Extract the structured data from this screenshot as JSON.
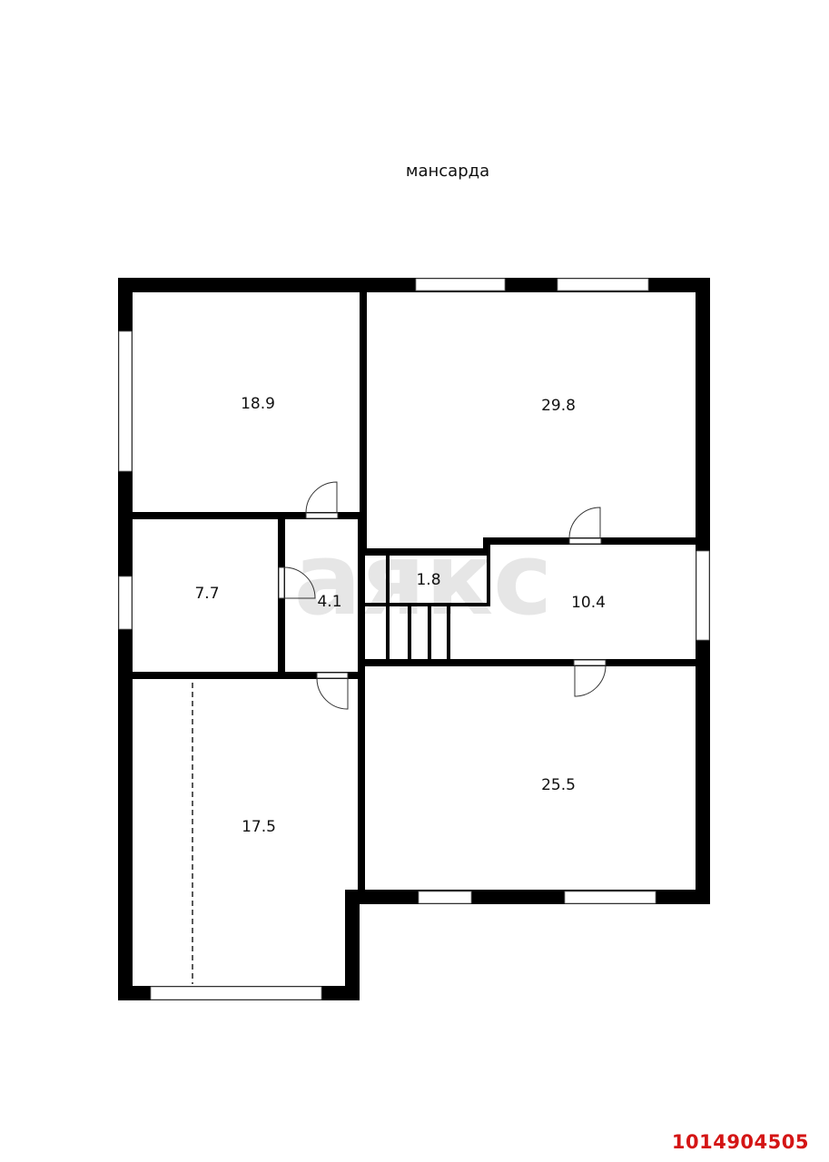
{
  "floor": {
    "title": "мансарда"
  },
  "watermark": {
    "text": "аякс"
  },
  "rooms": [
    {
      "id": "room-top-left",
      "area": "18.9"
    },
    {
      "id": "room-top-right",
      "area": "29.8"
    },
    {
      "id": "room-small-left",
      "area": "7.7"
    },
    {
      "id": "room-bath",
      "area": "4.1"
    },
    {
      "id": "room-stair",
      "area": "1.8"
    },
    {
      "id": "room-hall",
      "area": "10.4"
    },
    {
      "id": "room-bottom-right",
      "area": "25.5"
    },
    {
      "id": "room-bottom-left",
      "area": "17.5"
    }
  ],
  "listing": {
    "id": "1014904505"
  },
  "colors": {
    "wall": "#000000",
    "listing_id": "#d41515",
    "watermark": "#e6e6e6"
  }
}
